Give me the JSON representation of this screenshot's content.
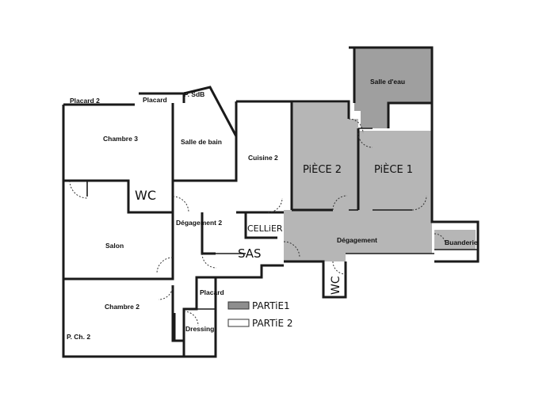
{
  "rooms": {
    "placard2": "Placard 2",
    "placard": "Placard",
    "psdb": "P. SdB",
    "chambre3": "Chambre 3",
    "salle_de_bain": "Salle de bain",
    "cuisine2": "Cuisine 2",
    "salle_eau": "Salle d'eau",
    "piece2": "PiÈCE 2",
    "piece1": "PiÈCE 1",
    "wc_top": "WC",
    "degagement2": "Dégagement 2",
    "cellier": "CELLiER",
    "sas": "SAS",
    "degagement": "Dégagement",
    "buanderie": "Buanderie",
    "salon": "Salon",
    "wc_bottom": "WC",
    "placard_low": "Placard",
    "chambre2": "Chambre 2",
    "dressing": "Dressing",
    "pch2": "P. Ch. 2"
  },
  "legend": {
    "partie1": "PARTiE1",
    "partie2": "PARTiE 2"
  },
  "colors": {
    "partie1_fill": "#8e8e8e",
    "wall": "#1a1a1a"
  }
}
